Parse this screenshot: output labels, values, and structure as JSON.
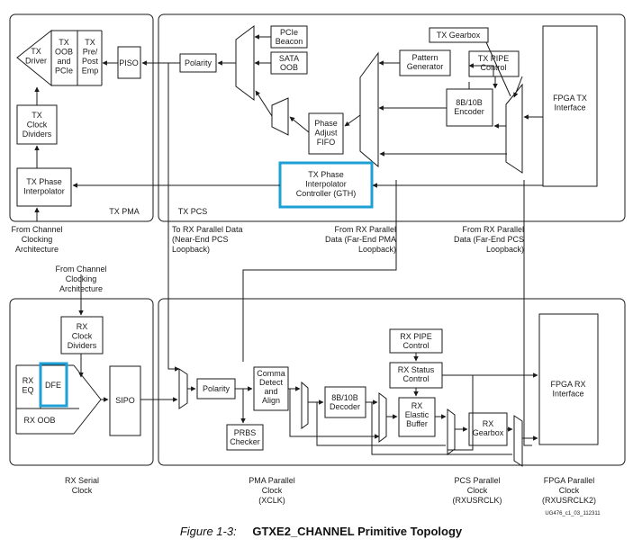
{
  "tx": {
    "driver": [
      "TX",
      "Driver"
    ],
    "oob": [
      "TX",
      "OOB",
      "and",
      "PCIe"
    ],
    "pre_post": [
      "TX",
      "Pre/",
      "Post",
      "Emp"
    ],
    "piso": "PISO",
    "clock_dividers": [
      "TX",
      "Clock",
      "Dividers"
    ],
    "phase_interp": [
      "TX Phase",
      "Interpolator"
    ],
    "pma_label": "TX PMA",
    "pcs_label": "TX PCS",
    "polarity": "Polarity",
    "pcie_beacon": [
      "PCIe",
      "Beacon"
    ],
    "sata_oob": [
      "SATA",
      "OOB"
    ],
    "pattern_gen": [
      "Pattern",
      "Generator"
    ],
    "gearbox": "TX Gearbox",
    "pipe_control": [
      "TX PIPE",
      "Control"
    ],
    "encoder": [
      "8B/10B",
      "Encoder"
    ],
    "phase_adjust": [
      "Phase",
      "Adjust",
      "FIFO"
    ],
    "pi_controller": [
      "TX Phase",
      "Interpolator",
      "Controller (GTH)"
    ],
    "fpga_interface": [
      "FPGA TX",
      "Interface"
    ]
  },
  "rx": {
    "eq": [
      "RX",
      "EQ"
    ],
    "dfe": "DFE",
    "oob": "RX OOB",
    "sipo": "SIPO",
    "clock_dividers": [
      "RX",
      "Clock",
      "Dividers"
    ],
    "polarity": "Polarity",
    "comma": [
      "Comma",
      "Detect",
      "and",
      "Align"
    ],
    "prbs": [
      "PRBS",
      "Checker"
    ],
    "decoder": [
      "8B/10B",
      "Decoder"
    ],
    "pipe_control": [
      "RX PIPE",
      "Control"
    ],
    "status_control": [
      "RX Status",
      "Control"
    ],
    "elastic_buffer": [
      "RX",
      "Elastic",
      "Buffer"
    ],
    "gearbox": [
      "RX",
      "Gearbox"
    ],
    "fpga_interface": [
      "FPGA RX",
      "Interface"
    ]
  },
  "labels": {
    "from_channel_tx": [
      "From Channel",
      "Clocking",
      "Architecture"
    ],
    "near_end": [
      "To RX Parallel Data",
      "(Near-End PCS",
      "Loopback)"
    ],
    "far_end_pma": [
      "From RX Parallel",
      "Data (Far-End PMA",
      "Loopback)"
    ],
    "far_end_pcs": [
      "From RX Parallel",
      "Data (Far-End PCS",
      "Loopback)"
    ],
    "from_channel_rx": [
      "From Channel",
      "Clocking",
      "Architecture"
    ],
    "rx_serial_clock": [
      "RX Serial",
      "Clock"
    ],
    "pma_parallel_clock": [
      "PMA Parallel",
      "Clock",
      "(XCLK)"
    ],
    "pcs_parallel_clock": [
      "PCS Parallel",
      "Clock",
      "(RXUSRCLK)"
    ],
    "fpga_parallel_clock": [
      "FPGA Parallel",
      "Clock",
      "(RXUSRCLK2)"
    ],
    "doc_id": "UG476_c1_03_112311"
  },
  "caption": {
    "figure": "Figure 1-3:",
    "title": "GTXE2_CHANNEL Primitive Topology"
  },
  "colors": {
    "line": "#1a1a1a",
    "highlight": "#1e9fd6",
    "fill": "#ffffff"
  }
}
